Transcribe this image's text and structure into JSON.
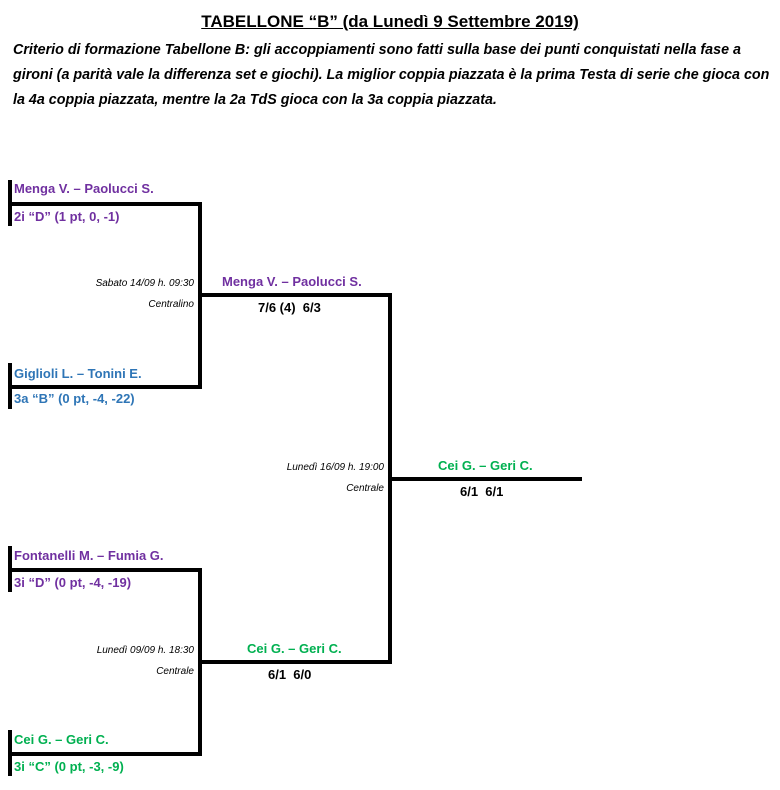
{
  "title": "TABELLONE “B” (da Lunedì 9 Settembre 2019)",
  "intro": "Criterio di formazione Tabellone B: gli accoppiamenti sono fatti sulla base dei punti conquistati nella fase a gironi (a parità vale la differenza set e giochi). La miglior coppia piazzata è la prima Testa di serie che gioca con la 4a coppia piazzata, mentre la 2a TdS gioca con la 3a coppia piazzata.",
  "first_round": [
    {
      "name": "Menga V. – Paolucci S.",
      "seed": "2i “D” (1 pt, 0, -1)",
      "color": "#7030a0"
    },
    {
      "name": "Giglioli L. – Tonini E.",
      "seed": "3a “B” (0 pt, -4, -22)",
      "color": "#2e75b6"
    },
    {
      "name": "Fontanelli M. – Fumia G.",
      "seed": "3i “D” (0 pt, -4, -19)",
      "color": "#7030a0"
    },
    {
      "name": "Cei G. – Geri C.",
      "seed": "3i “C” (0 pt, -3, -9)",
      "color": "#00b050"
    }
  ],
  "match_top": {
    "date": "Sabato 14/09 h. 09:30",
    "venue": "Centralino",
    "winner": "Menga V. – Paolucci S.",
    "score": "7/6 (4)  6/3"
  },
  "match_bottom": {
    "date": "Lunedì 09/09 h. 18:30",
    "venue": "Centrale",
    "winner": "Cei G. – Geri C.",
    "score": "6/1  6/0"
  },
  "final": {
    "date": "Lunedì 16/09 h. 19:00",
    "venue": "Centrale",
    "winner": "Cei G. – Geri C.",
    "score": "6/1  6/1"
  },
  "colors": {
    "purple": "#7030a0",
    "blue": "#2e75b6",
    "green": "#00b050"
  }
}
